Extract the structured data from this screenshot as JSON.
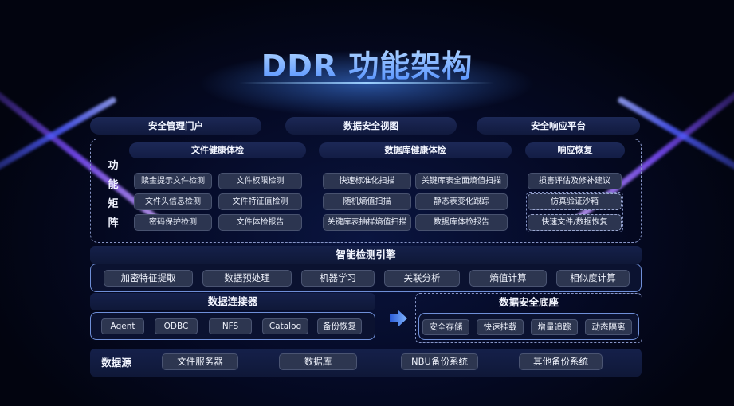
{
  "title": "DDR 功能架构",
  "portals": [
    "安全管理门户",
    "数据安全视图",
    "安全响应平台"
  ],
  "matrix": {
    "label_chars": [
      "功",
      "能",
      "矩",
      "阵"
    ],
    "file_health": {
      "header": "文件健康体检",
      "items": [
        "赎金提示文件检测",
        "文件权限检测",
        "文件头信息检测",
        "文件特征值检测",
        "密码保护检测",
        "文件体检报告"
      ]
    },
    "db_health": {
      "header": "数据库健康体检",
      "items": [
        "快速标准化扫描",
        "关键库表全面熵值扫描",
        "随机熵值扫描",
        "静态表变化跟踪",
        "关键库表抽样熵值扫描",
        "数据库体检报告"
      ]
    },
    "response": {
      "header": "响应恢复",
      "items": [
        "损害评估及修补建议",
        "仿真验证沙箱",
        "快速文件/数据恢复"
      ]
    }
  },
  "engine": {
    "title": "智能检测引擎",
    "items": [
      "加密特征提取",
      "数据预处理",
      "机器学习",
      "关联分析",
      "熵值计算",
      "相似度计算"
    ]
  },
  "connector": {
    "title": "数据连接器",
    "items": [
      "Agent",
      "ODBC",
      "NFS",
      "Catalog",
      "备份恢复"
    ]
  },
  "foundation": {
    "title": "数据安全底座",
    "items": [
      "安全存储",
      "快速挂载",
      "增量追踪",
      "动态隔离"
    ]
  },
  "datasource": {
    "label": "数据源",
    "items": [
      "文件服务器",
      "数据库",
      "NBU备份系统",
      "其他备份系统"
    ]
  }
}
